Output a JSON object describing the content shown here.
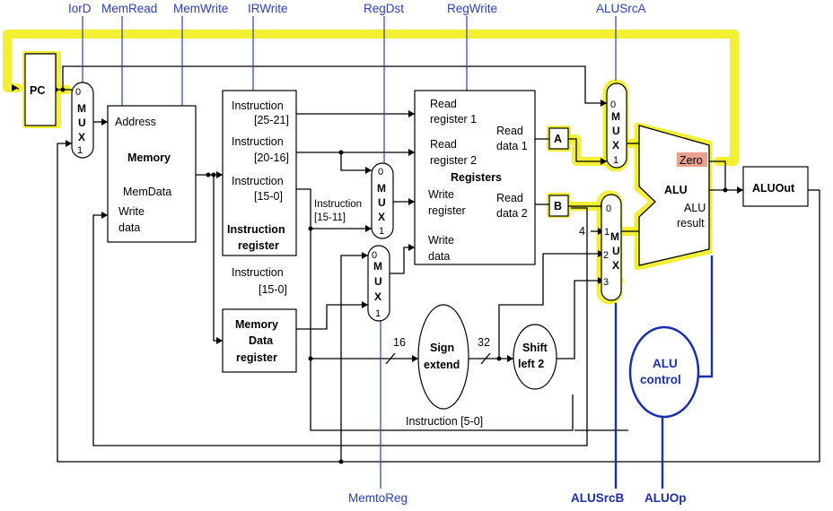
{
  "control_signals": {
    "iord": "IorD",
    "memread": "MemRead",
    "memwrite": "MemWrite",
    "irwrite": "IRWrite",
    "regdst": "RegDst",
    "regwrite": "RegWrite",
    "alusrca": "ALUSrcA",
    "memtoreg": "MemtoReg",
    "alusrcb": "ALUSrcB",
    "aluop": "ALUOp"
  },
  "blocks": {
    "pc": "PC",
    "memory": {
      "address": "Address",
      "title": "Memory",
      "memdata": "MemData",
      "write_1": "Write",
      "write_2": "data"
    },
    "instruction_register": {
      "f1_a": "Instruction",
      "f1_b": "[25-21]",
      "f2_a": "Instruction",
      "f2_b": "[20-16]",
      "f3_a": "Instruction",
      "f3_b": "[15-0]",
      "title_1": "Instruction",
      "title_2": "register"
    },
    "ir_out_1": "Instruction",
    "ir_out_2": "[15-0]",
    "ir_15_11_a": "Instruction",
    "ir_15_11_b": "[15-11]",
    "mdr": {
      "l1": "Memory",
      "l2": "Data",
      "l3": "register"
    },
    "registers": {
      "rr1_a": "Read",
      "rr1_b": "register 1",
      "rr2_a": "Read",
      "rr2_b": "register 2",
      "title": "Registers",
      "wr_a": "Write",
      "wr_b": "register",
      "wd_a": "Write",
      "wd_b": "data",
      "rd1_a": "Read",
      "rd1_b": "data 1",
      "rd2_a": "Read",
      "rd2_b": "data 2"
    },
    "a": "A",
    "b": "B",
    "alu": {
      "title": "ALU",
      "zero": "Zero",
      "result_1": "ALU",
      "result_2": "result"
    },
    "aluout": "ALUOut",
    "sign_extend": {
      "l1": "Sign",
      "l2": "extend"
    },
    "shift_left": {
      "l1": "Shift",
      "l2": "left 2"
    },
    "bus_16": "16",
    "bus_32": "32",
    "alu_control": {
      "l1": "ALU",
      "l2": "control"
    },
    "instr_5_0": "Instruction [5-0]",
    "const_4": "4"
  },
  "mux": {
    "letters": [
      "M",
      "U",
      "X"
    ],
    "in0": "0",
    "in1": "1",
    "in2": "2",
    "in3": "3"
  },
  "colors": {
    "highlight": "#f2ee1d",
    "control_blue": "#2b3fbf",
    "zero_box": "#e8a090"
  }
}
